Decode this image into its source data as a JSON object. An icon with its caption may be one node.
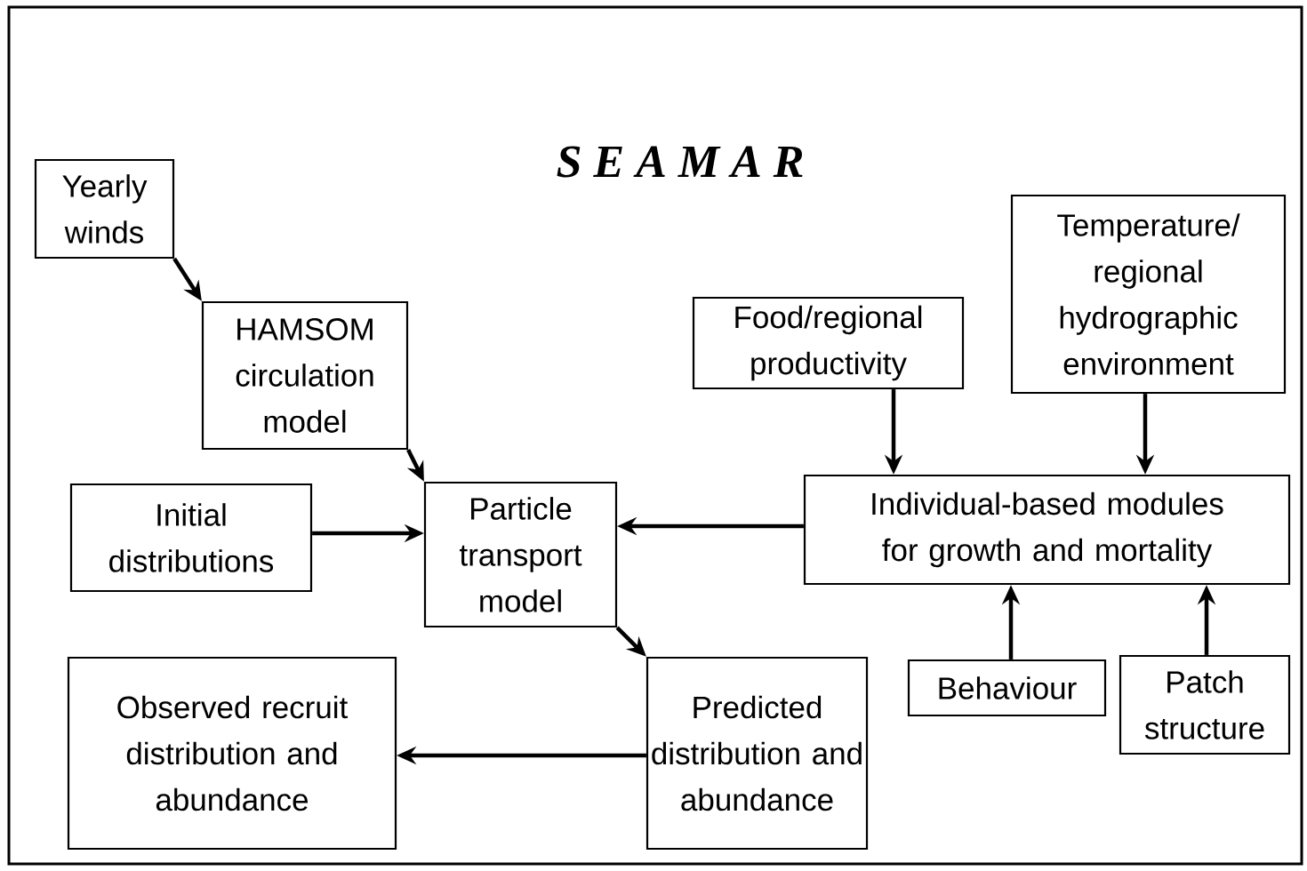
{
  "diagram": {
    "title": "S E A M A R",
    "nodes": [
      {
        "text": [
          "Yearly winds"
        ]
      },
      {
        "text": [
          "HAMSOM circulation model"
        ]
      },
      {
        "text": [
          "Initial distributions"
        ]
      },
      {
        "text": [
          "Particle transport model"
        ]
      },
      {
        "text": [
          "Food/regional productivity"
        ]
      },
      {
        "text": [
          "Temperature/ regional hydrographic environment"
        ]
      },
      {
        "text": [
          "Individual-based modules for growth and mortality"
        ]
      },
      {
        "text": [
          "Observed recruit distribution and abundance"
        ]
      },
      {
        "text": [
          "Predicted distribution and abundance"
        ]
      },
      {
        "text": [
          "Behaviour"
        ]
      },
      {
        "text": [
          "Patch structure"
        ]
      }
    ],
    "edges": [
      {
        "from": 0,
        "to": 1,
        "arrow": "to"
      },
      {
        "from": 1,
        "to": 3,
        "arrow": "to"
      },
      {
        "from": 2,
        "to": 3,
        "arrow": "to"
      },
      {
        "from": 6,
        "to": 3,
        "arrow": "to"
      },
      {
        "from": 3,
        "to": 8,
        "arrow": "to"
      },
      {
        "from": 8,
        "to": 7,
        "arrow": "to"
      },
      {
        "from": 4,
        "to": 6,
        "arrow": "to"
      },
      {
        "from": 5,
        "to": 6,
        "arrow": "to"
      },
      {
        "from": 9,
        "to": 6,
        "arrow": "to"
      },
      {
        "from": 10,
        "to": 6,
        "arrow": "to"
      }
    ]
  }
}
